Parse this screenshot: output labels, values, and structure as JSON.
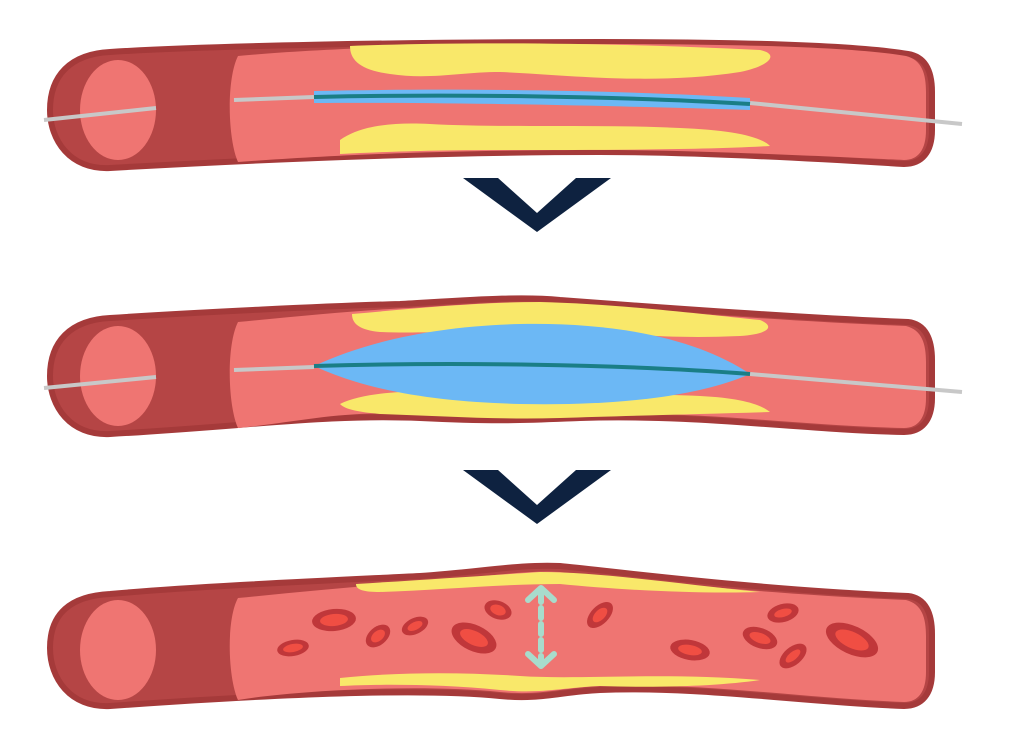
{
  "diagram": {
    "stages": [
      {
        "id": "stage-1-catheter-inserted",
        "balloon": "deflated",
        "plaque": "narrowing",
        "blood_cells": false
      },
      {
        "id": "stage-2-balloon-inflated",
        "balloon": "inflated",
        "plaque": "compressed",
        "blood_cells": false
      },
      {
        "id": "stage-3-vessel-widened",
        "balloon": "none",
        "plaque": "thin",
        "blood_cells": true
      }
    ],
    "transitions": 2,
    "widened_indicator": "double-arrow"
  },
  "colors": {
    "vessel_outline": "#a53a3a",
    "vessel_dark": "#b54545",
    "vessel_inner": "#ef7572",
    "plaque": "#f9e86a",
    "balloon": "#6cb8f5",
    "catheter_core": "#1a7e86",
    "guide_wire": "#c8c8c8",
    "arrow": "#0e2240",
    "blood_cell": "#f04e43",
    "blood_cell_dark": "#c0373a",
    "indicator": "#a8dccc"
  }
}
